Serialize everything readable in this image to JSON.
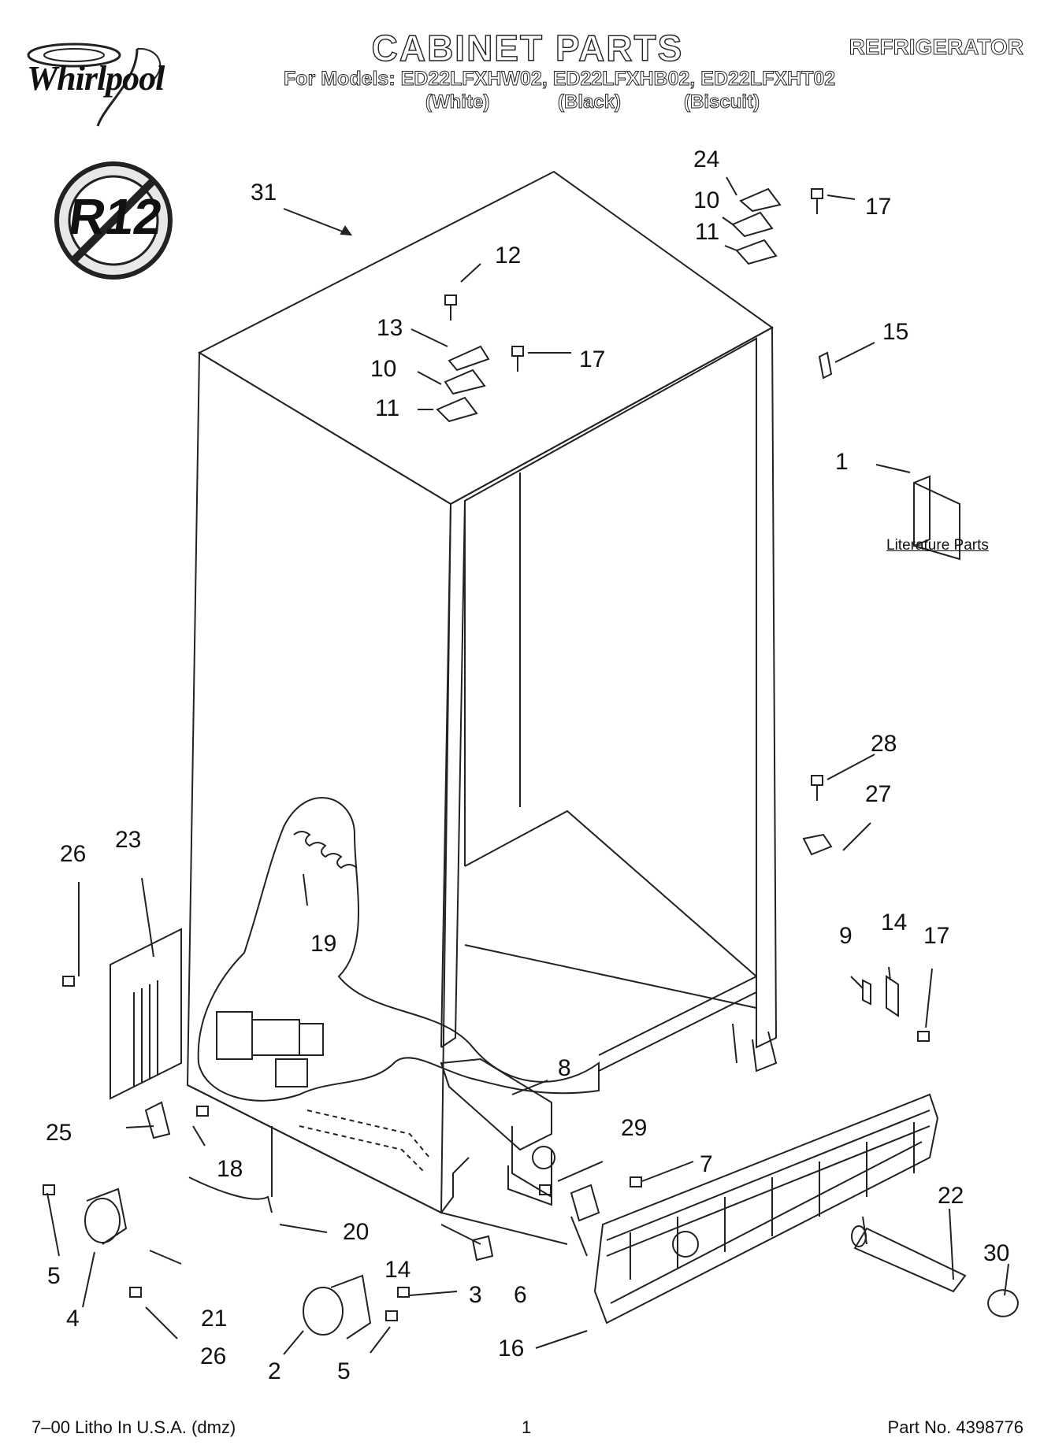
{
  "header": {
    "brand": "Whirlpool",
    "title": "CABINET PARTS",
    "category": "REFRIGERATOR",
    "models_line": "For Models: ED22LFXHW02, ED22LFXHB02, ED22LFXHT02",
    "colors": [
      "(White)",
      "(Black)",
      "(Biscuit)"
    ]
  },
  "badge": {
    "text": "R12"
  },
  "literature_caption": "Literature Parts",
  "callouts": {
    "c1": "1",
    "c2": "2",
    "c3": "3",
    "c4": "4",
    "c5a": "5",
    "c5b": "5",
    "c6": "6",
    "c7": "7",
    "c8": "8",
    "c9": "9",
    "c10a": "10",
    "c10b": "10",
    "c11a": "11",
    "c11b": "11",
    "c12": "12",
    "c13": "13",
    "c14a": "14",
    "c14b": "14",
    "c15": "15",
    "c16": "16",
    "c17a": "17",
    "c17b": "17",
    "c17c": "17",
    "c18": "18",
    "c19": "19",
    "c20": "20",
    "c21": "21",
    "c22": "22",
    "c23": "23",
    "c24": "24",
    "c25": "25",
    "c26a": "26",
    "c26b": "26",
    "c27": "27",
    "c28": "28",
    "c29": "29",
    "c30": "30",
    "c31": "31"
  },
  "footer": {
    "left": "7–00 Litho In U.S.A. (dmz)",
    "page": "1",
    "part_no": "Part No. 4398776"
  }
}
